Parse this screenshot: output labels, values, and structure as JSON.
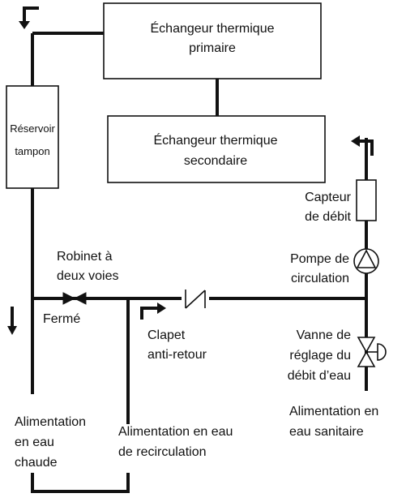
{
  "primary_exchanger": {
    "line1": "Échangeur thermique",
    "line2": "primaire"
  },
  "secondary_exchanger": {
    "line1": "Échangeur thermique",
    "line2": "secondaire"
  },
  "buffer_tank": {
    "line1": "Réservoir",
    "line2": "tampon"
  },
  "flow_sensor": {
    "line1": "Capteur",
    "line2": "de débit"
  },
  "pump": {
    "line1": "Pompe de",
    "line2": "circulation"
  },
  "two_way_valve": {
    "line1": "Robinet à",
    "line2": "deux voies"
  },
  "closed_label": "Fermé",
  "check_valve": {
    "line1": "Clapet",
    "line2": "anti-retour"
  },
  "flow_valve": {
    "line1": "Vanne de",
    "line2": "réglage du",
    "line3": "débit d’eau"
  },
  "hot_water_supply": {
    "line1": "Alimentation",
    "line2": "en eau",
    "line3": "chaude"
  },
  "recirculation_supply": {
    "line1": "Alimentation en eau",
    "line2": "de recirculation"
  },
  "sanitary_supply": {
    "line1": "Alimentation en",
    "line2": "eau sanitaire"
  }
}
